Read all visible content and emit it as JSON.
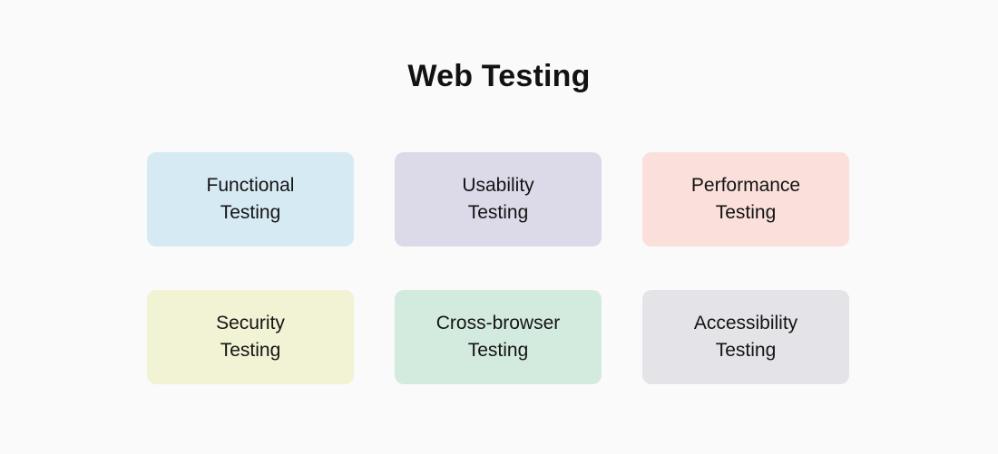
{
  "page": {
    "background_color": "#fafafa",
    "title": "Web Testing",
    "title_color": "#121212"
  },
  "cards": [
    {
      "label": "Functional\nTesting",
      "name": "card-functional-testing",
      "color": "#d6eaf4"
    },
    {
      "label": "Usability\nTesting",
      "name": "card-usability-testing",
      "color": "#dcd9e8"
    },
    {
      "label": "Performance\nTesting",
      "name": "card-performance-testing",
      "color": "#fadfdb"
    },
    {
      "label": "Security\nTesting",
      "name": "card-security-testing",
      "color": "#f2f2d5"
    },
    {
      "label": "Cross-browser\nTesting",
      "name": "card-cross-browser-testing",
      "color": "#d3ebdf"
    },
    {
      "label": "Accessibility\nTesting",
      "name": "card-accessibility-testing",
      "color": "#e4e4e8"
    }
  ]
}
